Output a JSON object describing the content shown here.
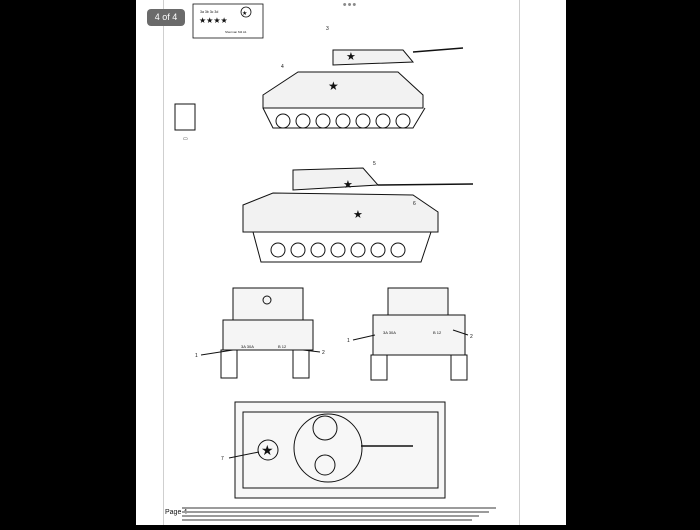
{
  "viewer": {
    "page_indicator": "4 of 4",
    "more_icon": "more-horizontal-icon"
  },
  "sheet": {
    "decal_sheet_caption": "Sherman M4 A1",
    "decal_sheet_numbers": [
      "3a",
      "3b",
      "3c",
      "3d"
    ],
    "callouts": [
      "3",
      "4",
      "5",
      "6",
      "1",
      "2",
      "1",
      "2",
      "7"
    ],
    "hull_markings_left": [
      "3A 30A",
      "B 12"
    ],
    "hull_markings_right": [
      "3A 30A",
      "B 12"
    ],
    "page_label": "Page 4"
  },
  "colors": {
    "background": "#000000",
    "paper": "#ffffff",
    "badge": "#6a6a6a",
    "ink": "#111111"
  }
}
